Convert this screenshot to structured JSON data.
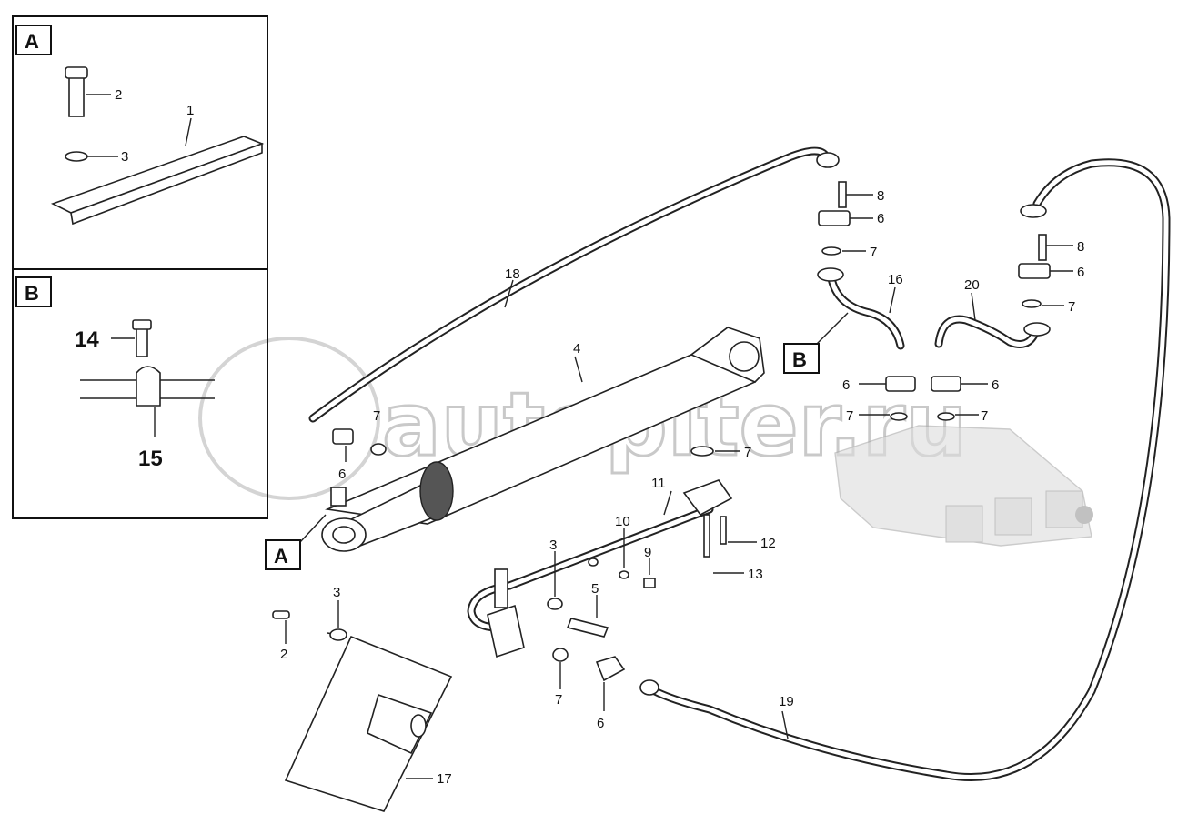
{
  "detail_a": {
    "tag": "A",
    "labels": [
      "1",
      "2",
      "3"
    ]
  },
  "detail_b": {
    "tag": "B",
    "labels": [
      "14",
      "15"
    ]
  },
  "callouts": {
    "c18": "18",
    "c4": "4",
    "c16": "16",
    "c20": "20",
    "c8a": "8",
    "c6a": "6",
    "c7a": "7",
    "c8b": "8",
    "c6b": "6",
    "c7b": "7",
    "c6c": "6",
    "c6d": "6",
    "c7c": "7",
    "c7d": "7",
    "c7e": "7",
    "c7f": "7",
    "c6e": "6",
    "c11": "11",
    "c10": "10",
    "c9": "9",
    "c12": "12",
    "c13": "13",
    "c3": "3",
    "c5": "5",
    "c3b": "3",
    "c2": "2",
    "c7g": "7",
    "c6f": "6",
    "c19": "19",
    "c17": "17"
  },
  "tags": {
    "tagA": "A",
    "tagB": "B"
  },
  "watermark": {
    "text": "autopiter.ru"
  }
}
